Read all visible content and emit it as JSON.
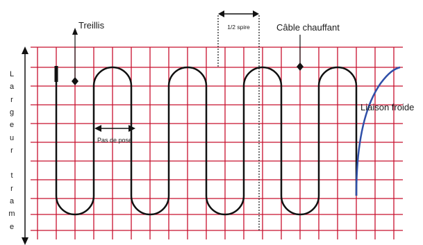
{
  "labels": {
    "mesh": "Treillis",
    "half_turn": "1/2 spire",
    "heating_cable": "Câble chauffant",
    "cold_link": "Liaison froide",
    "laying_pitch": "Pas de pose",
    "width_vertical": [
      "L",
      "a",
      "r",
      "g",
      "e",
      "u",
      "r",
      "",
      "t",
      "r",
      "a",
      "m",
      "e"
    ]
  },
  "colors": {
    "grid": "#c8102e",
    "cable": "#111111",
    "cold_link": "#2f4fa8",
    "text": "#1a1a1a"
  }
}
